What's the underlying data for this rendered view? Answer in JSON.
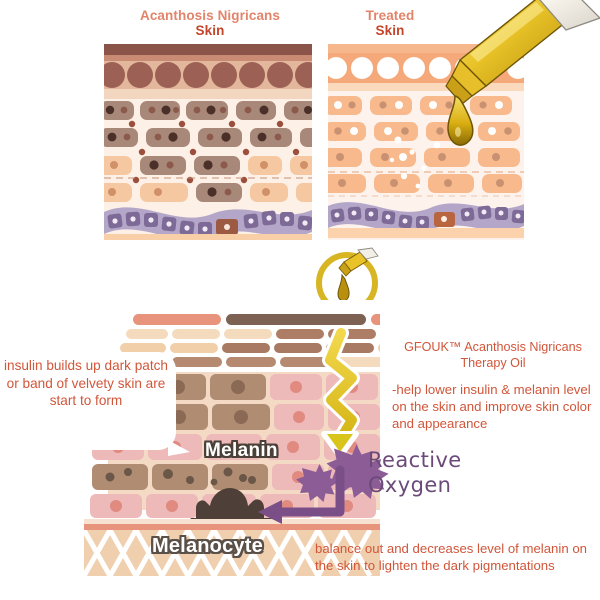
{
  "panels": {
    "left": {
      "title_line1": "Acanthosis Nigricans",
      "title_line2": "Skin",
      "name": "acanthosis-nigricans-skin-panel"
    },
    "right": {
      "title_line1": "Treated",
      "title_line2": "Skin",
      "name": "treated-skin-panel"
    }
  },
  "callouts": {
    "left_text": "insulin builds up dark patch or band of velvety skin are start to form",
    "brand_text": "GFOUK™ Acanthosis Nigricans Therapy Oil",
    "benefit_text": "-help lower insulin & melanin level on the skin and improve skin color and appearance",
    "bottom_text": "balance out and decreases level of melanin on the skin to lighten the dark pigmentations"
  },
  "labels": {
    "melanin": "Melanin",
    "melanocyte": "Melanocyte",
    "reactive_oxygen_line1": "Reactive",
    "reactive_oxygen_line2": "Oxygen"
  },
  "icons": {
    "dropper": "dropper-icon",
    "oil_drop": "oil-drop-icon",
    "magnifier_circle": "oil-circle-icon",
    "zigzag_arrow": "golden-zigzag-arrow-icon",
    "purple_arrow": "purple-arrow-icon",
    "reactive_oxygen_burst": "reactive-oxygen-starburst-icon"
  },
  "colors": {
    "title_light": "#e2846a",
    "title_dark": "#c4452a",
    "body_text": "#d1563a",
    "oil_gold": "#d8b522",
    "oil_gold_light": "#f2d64a",
    "purple": "#6b4a7a",
    "basal_purple": "#7e6a96",
    "melanocyte_brown": "#4e4038",
    "dark_skin_band": "#8a5449",
    "treated_skin": "#f5a87a",
    "pink_cell": "#edb9b9",
    "tan_cell": "#b08c72",
    "dermis_tan": "#f0cfae",
    "background": "#ffffff"
  }
}
